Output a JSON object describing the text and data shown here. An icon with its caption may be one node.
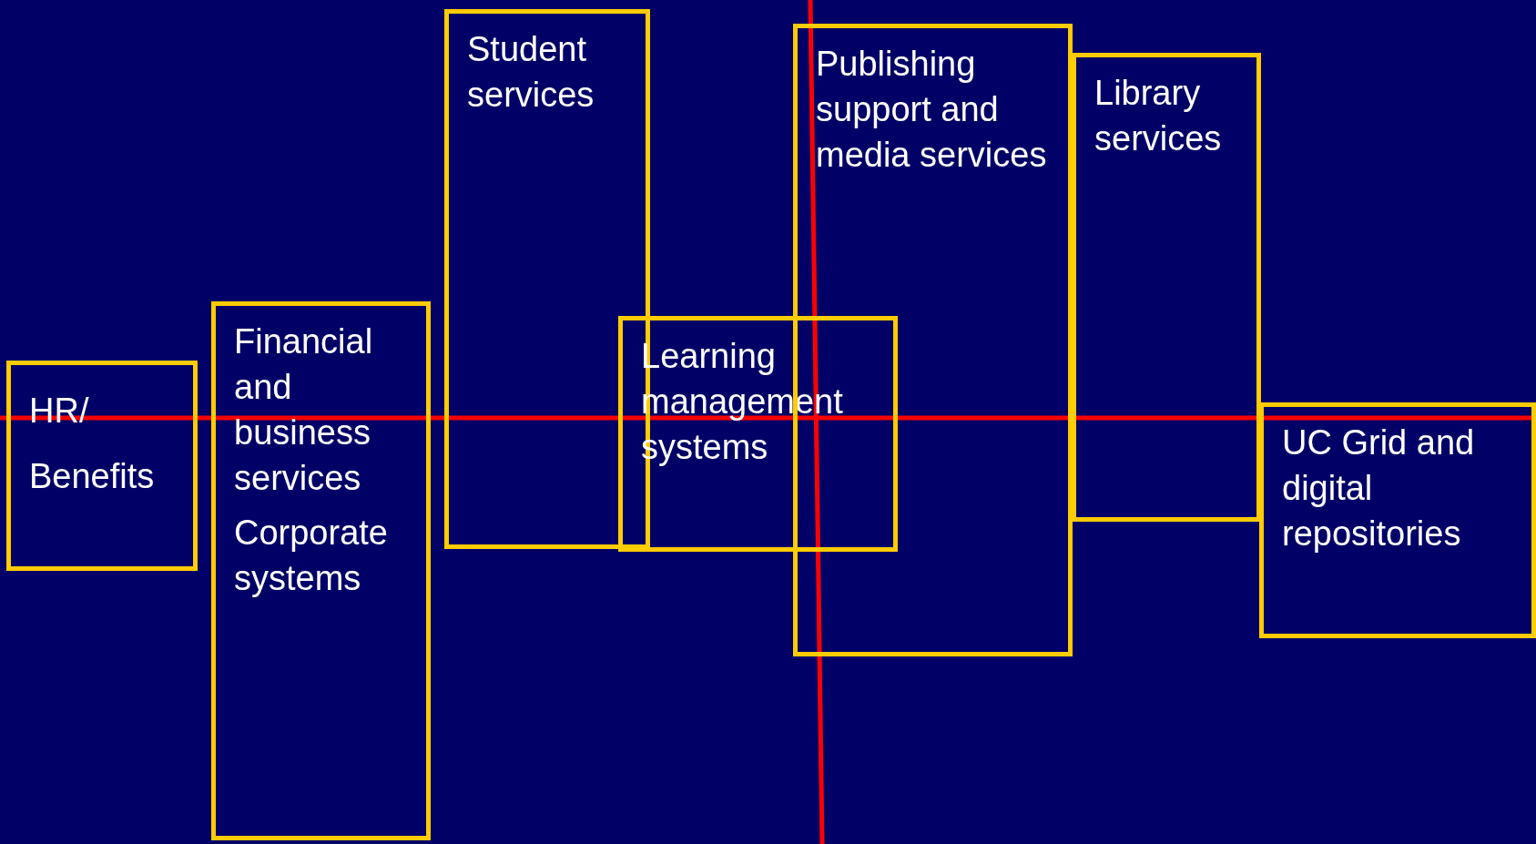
{
  "diagram": {
    "nodes": [
      {
        "text": [
          "HR/ Benefits"
        ]
      },
      {
        "text": [
          "Financial and business services",
          "Corporate systems"
        ]
      },
      {
        "text": [
          "Student services"
        ]
      },
      {
        "text": [
          "Learning management systems"
        ]
      },
      {
        "text": [
          "Publishing support and media services"
        ]
      },
      {
        "text": [
          "Library services"
        ]
      },
      {
        "text": [
          "UC Grid and digital repositories"
        ]
      }
    ],
    "edges": []
  }
}
